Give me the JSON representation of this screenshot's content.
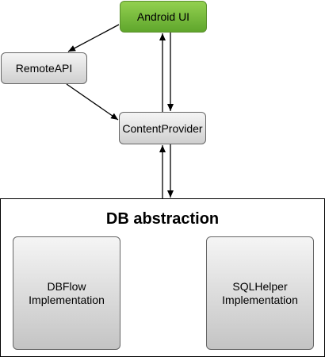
{
  "nodes": {
    "android_ui": "Android UI",
    "remote_api": "RemoteAPI",
    "content_provider": "ContentProvider"
  },
  "db": {
    "title": "DB abstraction",
    "dbflow": "DBFlow\nImplementation",
    "sqlhelper": "SQLHelper\nImplementation"
  },
  "colors": {
    "android_ui": "#7cc142",
    "grey_box": "#dcdcdc",
    "stroke": "#000000"
  }
}
